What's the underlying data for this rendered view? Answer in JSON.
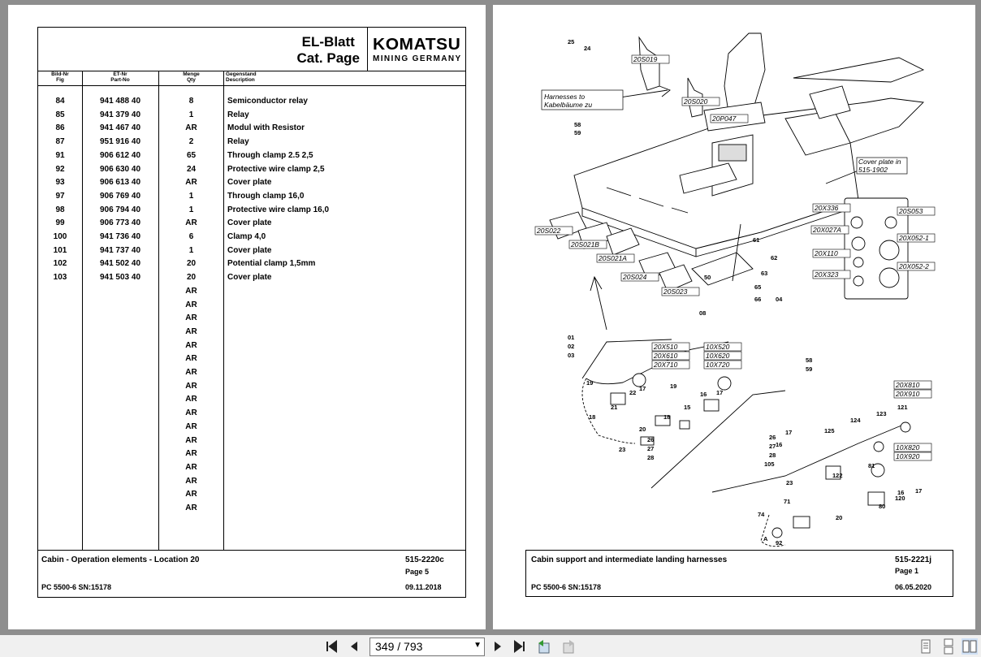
{
  "left_page": {
    "title_line1": "EL-Blatt",
    "title_line2": "Cat. Page",
    "logo_main": "KOMATSU",
    "logo_sub": "MINING GERMANY",
    "col_headers": {
      "fig_de": "Bild-Nr",
      "fig_en": "Fig",
      "part_de": "ET-Nr",
      "part_en": "Part-No",
      "qty_de": "Menge",
      "qty_en": "Qty",
      "desc_de": "Gegenstand",
      "desc_en": "Description"
    },
    "rows": [
      {
        "fig": "84",
        "part": "941 488 40",
        "qty": "8",
        "desc": "Semiconductor relay"
      },
      {
        "fig": "85",
        "part": "941 379 40",
        "qty": "1",
        "desc": "Relay"
      },
      {
        "fig": "86",
        "part": "941 467 40",
        "qty": "AR",
        "desc": "Modul with Resistor"
      },
      {
        "fig": "87",
        "part": "951 916 40",
        "qty": "2",
        "desc": "Relay"
      },
      {
        "fig": "91",
        "part": "906 612 40",
        "qty": "65",
        "desc": "Through clamp 2.5 2,5"
      },
      {
        "fig": "92",
        "part": "906 630 40",
        "qty": "24",
        "desc": "Protective wire clamp 2,5"
      },
      {
        "fig": "93",
        "part": "906 613 40",
        "qty": "AR",
        "desc": "Cover plate"
      },
      {
        "fig": "97",
        "part": "906 769 40",
        "qty": "1",
        "desc": "Through clamp 16,0"
      },
      {
        "fig": "98",
        "part": "906 794 40",
        "qty": "1",
        "desc": "Protective wire clamp 16,0"
      },
      {
        "fig": "99",
        "part": "906 773 40",
        "qty": "AR",
        "desc": "Cover plate"
      },
      {
        "fig": "100",
        "part": "941 736 40",
        "qty": "6",
        "desc": "Clamp 4,0"
      },
      {
        "fig": "101",
        "part": "941 737 40",
        "qty": "1",
        "desc": "Cover plate"
      },
      {
        "fig": "102",
        "part": "941 502 40",
        "qty": "20",
        "desc": "Potential clamp 1,5mm"
      },
      {
        "fig": "103",
        "part": "941 503 40",
        "qty": "20",
        "desc": "Cover plate"
      },
      {
        "fig": "",
        "part": "",
        "qty": "AR",
        "desc": ""
      },
      {
        "fig": "",
        "part": "",
        "qty": "AR",
        "desc": ""
      },
      {
        "fig": "",
        "part": "",
        "qty": "AR",
        "desc": ""
      },
      {
        "fig": "",
        "part": "",
        "qty": "AR",
        "desc": ""
      },
      {
        "fig": "",
        "part": "",
        "qty": "AR",
        "desc": ""
      },
      {
        "fig": "",
        "part": "",
        "qty": "AR",
        "desc": ""
      },
      {
        "fig": "",
        "part": "",
        "qty": "AR",
        "desc": ""
      },
      {
        "fig": "",
        "part": "",
        "qty": "AR",
        "desc": ""
      },
      {
        "fig": "",
        "part": "",
        "qty": "AR",
        "desc": ""
      },
      {
        "fig": "",
        "part": "",
        "qty": "AR",
        "desc": ""
      },
      {
        "fig": "",
        "part": "",
        "qty": "AR",
        "desc": ""
      },
      {
        "fig": "",
        "part": "",
        "qty": "AR",
        "desc": ""
      },
      {
        "fig": "",
        "part": "",
        "qty": "AR",
        "desc": ""
      },
      {
        "fig": "",
        "part": "",
        "qty": "AR",
        "desc": ""
      },
      {
        "fig": "",
        "part": "",
        "qty": "AR",
        "desc": ""
      },
      {
        "fig": "",
        "part": "",
        "qty": "AR",
        "desc": ""
      },
      {
        "fig": "",
        "part": "",
        "qty": "AR",
        "desc": ""
      }
    ],
    "footer": {
      "section": "Cabin - Operation elements - Location 20",
      "code": "515-2220c",
      "page": "Page 5",
      "model": "PC 5500-6 SN:15178",
      "date": "09.11.2018"
    }
  },
  "right_page": {
    "footer": {
      "section": "Cabin support and intermediate landing harnesses",
      "code": "515-2221j",
      "page": "Page 1",
      "model": "PC 5500-6 SN:15178",
      "date": "06.05.2020"
    },
    "callouts": {
      "harness_note_1": "Harnesses to",
      "harness_note_2": "Kabelbäume zu",
      "cover_note_1": "Cover plate in",
      "cover_note_2": "515-1902",
      "s019": "20S019",
      "s020": "20S020",
      "p047": "20P047",
      "x336": "20X336",
      "s053": "20S053",
      "x027a": "20X027A",
      "x052_1": "20X052-1",
      "x110": "20X110",
      "x052_2": "20X052-2",
      "x323": "20X323",
      "s022": "20S022",
      "s021b": "20S021B",
      "s021a": "20S021A",
      "s024": "20S024",
      "s023": "20S023",
      "x510": "20X510",
      "x610": "20X610",
      "x710": "20X710",
      "x520": "10X520",
      "x620": "10X620",
      "x720": "10X720",
      "x810": "20X810",
      "x910": "20X910",
      "x820": "10X820",
      "x920": "10X920"
    },
    "numbers": [
      "25",
      "24",
      "58",
      "59",
      "61",
      "62",
      "63",
      "50",
      "65",
      "66",
      "08",
      "04",
      "01",
      "02",
      "03",
      "19",
      "22",
      "17",
      "21",
      "18",
      "19",
      "16",
      "17",
      "18",
      "15",
      "20",
      "26",
      "27",
      "28",
      "23",
      "58",
      "59",
      "121",
      "124",
      "123",
      "125",
      "17",
      "16",
      "26",
      "27",
      "28",
      "105",
      "23",
      "122",
      "81",
      "120",
      "80",
      "17",
      "16",
      "71",
      "74",
      "20",
      "92",
      "A"
    ]
  },
  "toolbar": {
    "page_current": "349 / 793"
  }
}
